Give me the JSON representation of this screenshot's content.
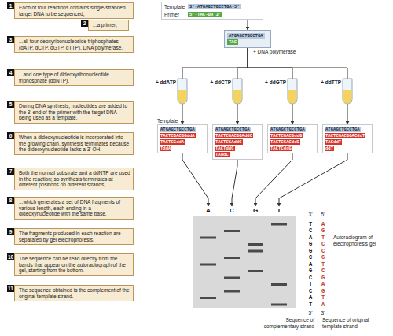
{
  "diagram": {
    "nodes": [
      {
        "text": [
          "1",
          "Each of four reactions contains single-stranded target DNA to be sequenced,"
        ]
      },
      {
        "text": [
          "2",
          "...a primer,"
        ]
      },
      {
        "text": [
          "3",
          "...all four deoxyribonucleoside triphosphates (dATP, dCTP, dGTP, dTTP), DNA polymerase,"
        ]
      },
      {
        "text": [
          "4",
          "...and one type of dideoxyribonucleotide triphosphate (ddNTP)."
        ]
      },
      {
        "text": [
          "5",
          "During DNA synthesis, nucleotides are added to the 3' end of the primer with the target DNA being used as a template."
        ]
      },
      {
        "text": [
          "6",
          "When a dideoxynucleotide is incorporated into the growing chain, synthesis terminates because the dideoxynucleotide lacks a 3' OH."
        ]
      },
      {
        "text": [
          "7",
          "Both the normal substrate and a ddNTP are used in the reaction; so synthesis terminates at different positions on different strands,"
        ]
      },
      {
        "text": [
          "8",
          "...which generates a set of DNA fragments of various length, each ending in a dideoxynucleotide with the same base."
        ]
      },
      {
        "text": [
          "9",
          "The fragments produced in each reaction are separated by gel electrophoresis."
        ]
      },
      {
        "text": [
          "10",
          "The sequence can be read directly from the bands that appear on the autoradiograph of the gel, starting from the bottom."
        ]
      },
      {
        "text": [
          "11",
          "The sequence obtained is the complement of the original template strand."
        ]
      },
      {
        "text": [
          "Template",
          "3'-ATGAGCTGCCTGA-5'",
          "Primer",
          "5'-TAC-OH 3'"
        ]
      },
      {
        "text": [
          "ATGAGCTGCCTGA",
          "TAC"
        ]
      },
      {
        "text": [
          "ATGAGCTGCCTGA",
          "TACTCGACGGddA",
          "TACTCGddA",
          "TddA"
        ]
      },
      {
        "text": [
          "ATGAGCTGCCTGA",
          "TACTCGACGGAddC",
          "TACTCGAddC",
          "TACTddC",
          "TAddC"
        ]
      },
      {
        "text": [
          "ATGAGCTGCCTGA",
          "TACTCGACGddG",
          "TACTCGACddG",
          "TACTCddG"
        ]
      },
      {
        "text": [
          "ATGAGCTGCCTGA",
          "TACTCGACGGACddT",
          "TACddT",
          "ddT"
        ]
      },
      {
        "text": [
          "A",
          "C",
          "G",
          "T"
        ]
      }
    ],
    "edges": [
      {
        "from": 11,
        "to": 12,
        "arrow": "to"
      },
      {
        "from": 12,
        "to": 13,
        "arrow": "to",
        "label": "+ ddATP"
      },
      {
        "from": 12,
        "to": 14,
        "arrow": "to",
        "label": "+ ddCTP"
      },
      {
        "from": 12,
        "to": 15,
        "arrow": "to",
        "label": "+ ddGTP"
      },
      {
        "from": 12,
        "to": 16,
        "arrow": "to",
        "label": "+ ddTTP"
      },
      {
        "from": 13,
        "to": 17,
        "arrow": "to"
      },
      {
        "from": 14,
        "to": 17,
        "arrow": "to"
      },
      {
        "from": 15,
        "to": 17,
        "arrow": "to"
      },
      {
        "from": 16,
        "to": 17,
        "arrow": "to"
      }
    ],
    "labels": [
      "+ DNA polymerase",
      "Template",
      "Autoradiogram of electrophoresis gel",
      "3'",
      "5'",
      "TCAGGCAGCTCAT",
      "AGTCCGTCGAGTA",
      "5'",
      "3'",
      "Sequence of complementary strand",
      "Sequence of original template strand"
    ]
  }
}
